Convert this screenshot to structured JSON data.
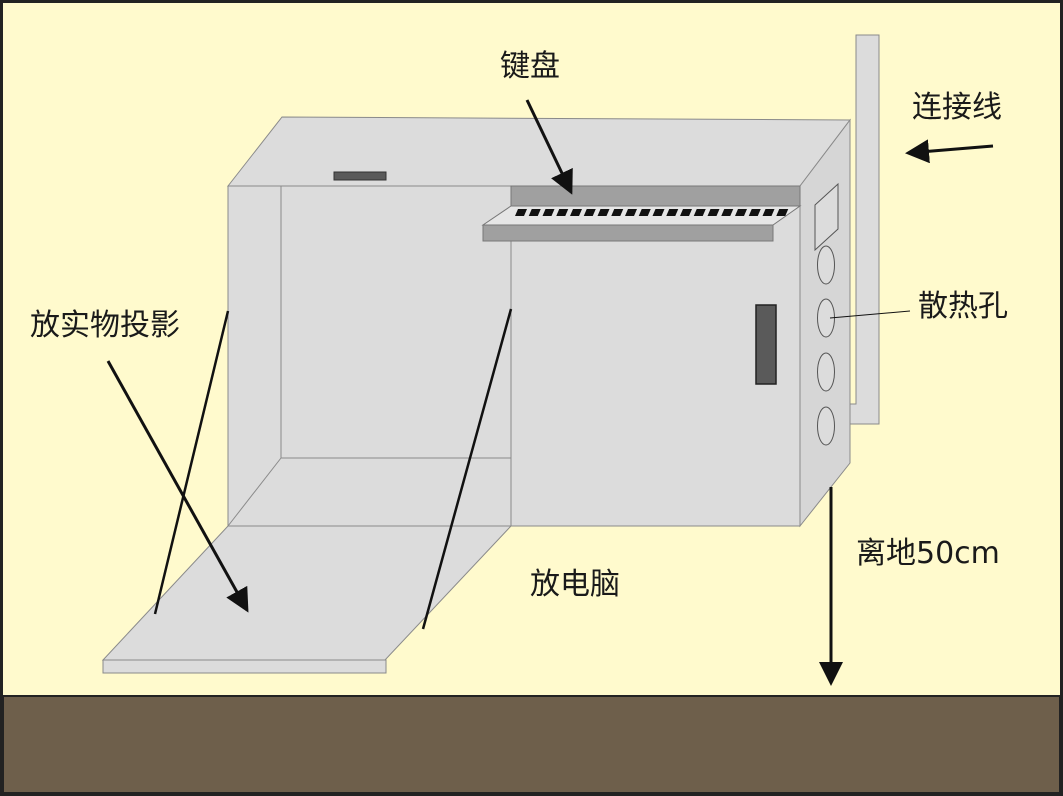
{
  "labels": {
    "keyboard": "键盘",
    "cable": "连接线",
    "vents": "散热孔",
    "projection": "放实物投影",
    "computer": "放电脑",
    "height": "离地50cm"
  },
  "colors": {
    "background": "#fffacd",
    "floor": "#6e5f4b",
    "cabinet": "#dcdcdc",
    "cabinet_dark": "#a0a0a0",
    "handle": "#5a5a5a",
    "outline": "#8a8a8a",
    "ink": "#111111"
  }
}
